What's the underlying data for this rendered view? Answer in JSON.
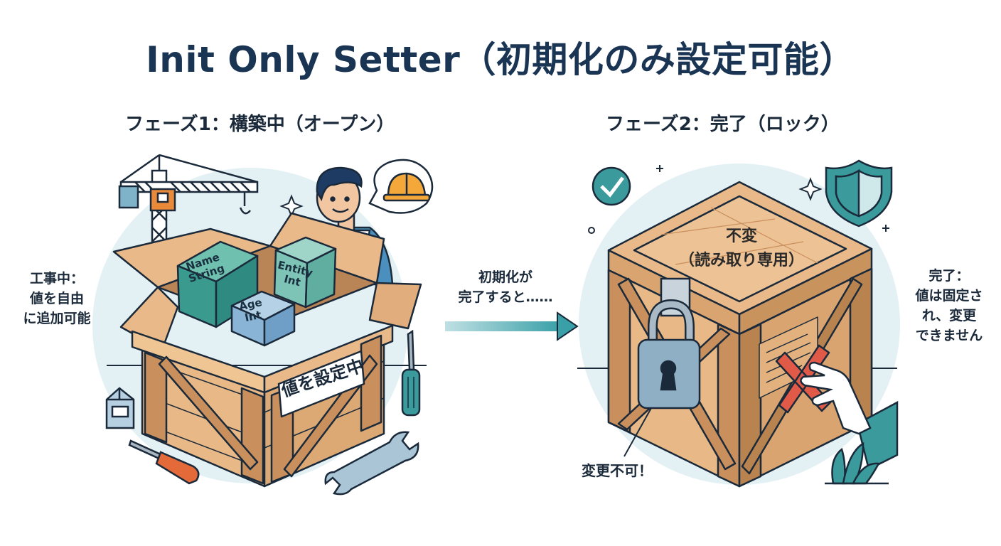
{
  "title": "Init Only Setter（初期化のみ設定可能）",
  "phase1": {
    "heading": "フェーズ1：構築中（オープン）",
    "side_note_lines": [
      "工事中：",
      "値を自由",
      "に追加可能"
    ],
    "cubes": {
      "name": [
        "Name",
        "String"
      ],
      "entity": [
        "Entity",
        "Int"
      ],
      "age": [
        "Age",
        "Int"
      ]
    },
    "sign_label": "値を設定中"
  },
  "transition_lines": [
    "初期化が",
    "完了すると……"
  ],
  "phase2": {
    "heading": "フェーズ2：完了（ロック）",
    "lid_label_lines": [
      "不変",
      "（読み取り専用）"
    ],
    "side_note_lines": [
      "完了：",
      "値は固定さ",
      "れ、変更",
      "できません"
    ],
    "lock_callout": "変更不可！"
  },
  "colors": {
    "title": "#1a3553",
    "wood": "#e8b886",
    "wood_dark": "#c98f5c",
    "outline": "#1b2a3a",
    "teal": "#3a9a9c",
    "circle_bg": "#e3f1f4",
    "arrow": "#3aa0a8",
    "lock": "#8fb0c4",
    "cross": "#e05a47"
  },
  "icons": [
    "tower-crane-icon",
    "hard-hat-icon",
    "screwdriver-icon",
    "wrench-icon",
    "milk-carton-icon",
    "check-badge-icon",
    "shield-icon",
    "padlock-icon",
    "sparkle-icon",
    "plant-icon",
    "hand-icon"
  ]
}
